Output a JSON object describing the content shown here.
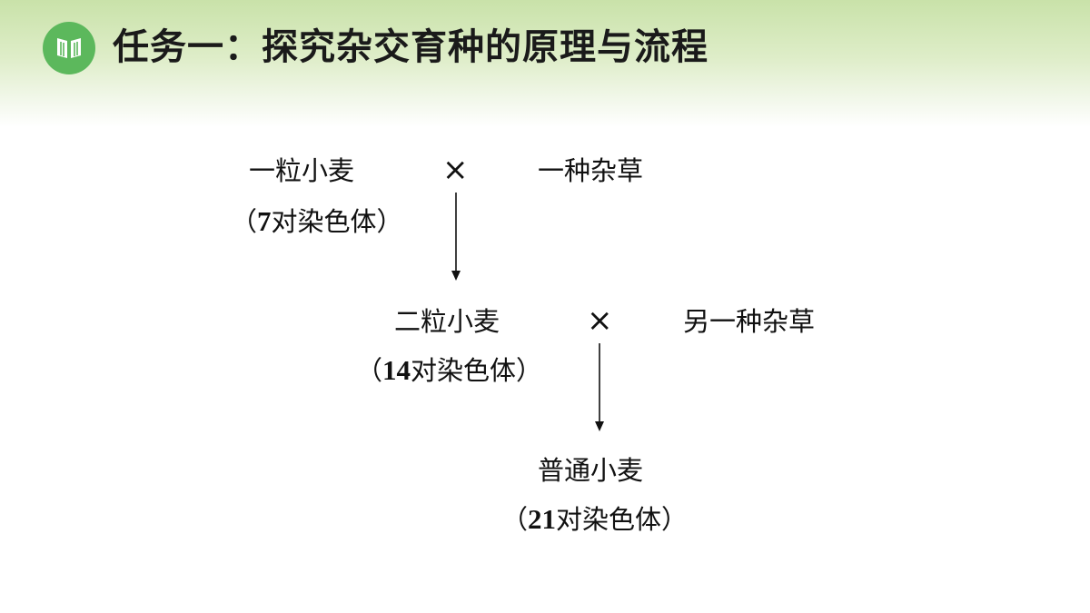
{
  "header": {
    "title": "任务一：探究杂交育种的原理与流程",
    "logo_icon": "open-book-icon",
    "accent_color": "#5cb85c",
    "band_color": "#c9e2a9"
  },
  "diagram": {
    "cross_symbol": "×",
    "step1": {
      "parent_a": "一粒小麦",
      "parent_a_detail_open": "（",
      "parent_a_count": "7",
      "parent_a_detail_rest": "对染色体）",
      "parent_b": "一种杂草"
    },
    "step2": {
      "parent_a": "二粒小麦",
      "parent_a_detail_open": "（",
      "parent_a_count": "14",
      "parent_a_detail_rest": "对染色体）",
      "parent_b": "另一种杂草"
    },
    "result": {
      "name": "普通小麦",
      "detail_open": "（",
      "count": "21",
      "detail_rest": "对染色体）"
    }
  }
}
